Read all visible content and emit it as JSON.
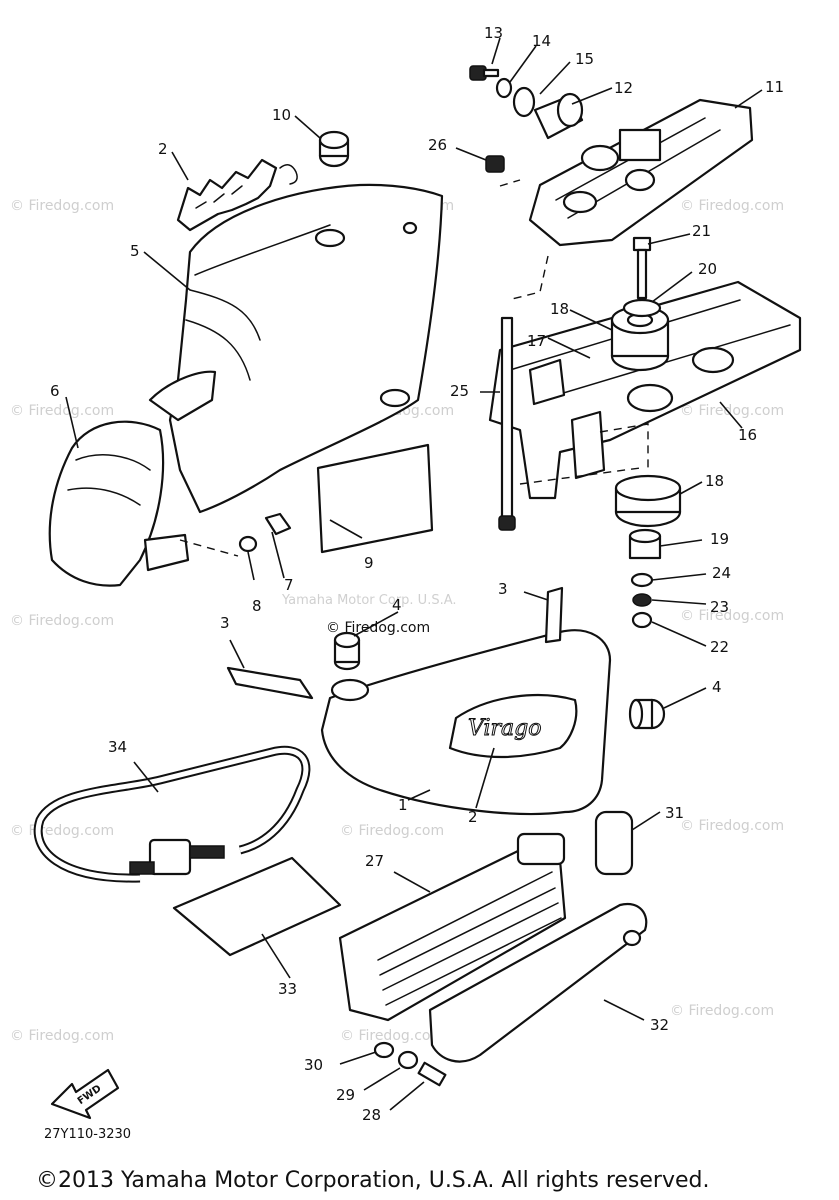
{
  "part_labels": [
    "1",
    "2",
    "2",
    "3",
    "3",
    "4",
    "4",
    "5",
    "6",
    "7",
    "8",
    "9",
    "10",
    "11",
    "12",
    "13",
    "14",
    "15",
    "16",
    "17",
    "18",
    "18",
    "19",
    "20",
    "21",
    "22",
    "23",
    "24",
    "25",
    "26",
    "27",
    "28",
    "29",
    "30",
    "31",
    "32",
    "33",
    "34"
  ],
  "watermark": {
    "site": "© Firedog.com",
    "source": "Yamaha Motor Corp. U.S.A."
  },
  "fwd_label": "FWD",
  "tank_emblem": "Virago",
  "diagram_code": "27Y110-3230",
  "copyright": "©2013 Yamaha Motor Corporation, U.S.A. All rights reserved."
}
